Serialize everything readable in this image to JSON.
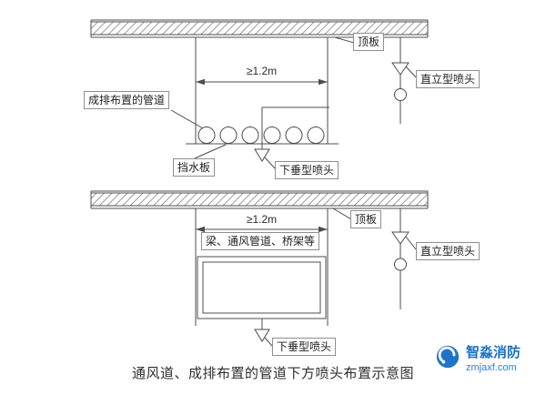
{
  "diagram": {
    "top": {
      "dimension_label": "≥1.2m",
      "ceiling_label": "顶板",
      "pipes_label": "成排布置的管道",
      "baffle_label": "挡水板",
      "pendent_label": "下垂型喷头",
      "upright_label": "直立型喷头"
    },
    "bottom": {
      "dimension_label": "≥1.2m",
      "ceiling_label": "顶板",
      "obstruction_label": "梁、通风管道、桥架等",
      "pendent_label": "下垂型喷头",
      "upright_label": "直立型喷头"
    },
    "caption": "通风道、成排布置的管道下方喷头布置示意图"
  },
  "watermark": {
    "brand": "智淼消防",
    "site": "zmjaxf.com"
  },
  "colors": {
    "line": "#4d4d4d",
    "accent_blue": "#1a6fc4",
    "site_blue": "#2a7fd0"
  }
}
